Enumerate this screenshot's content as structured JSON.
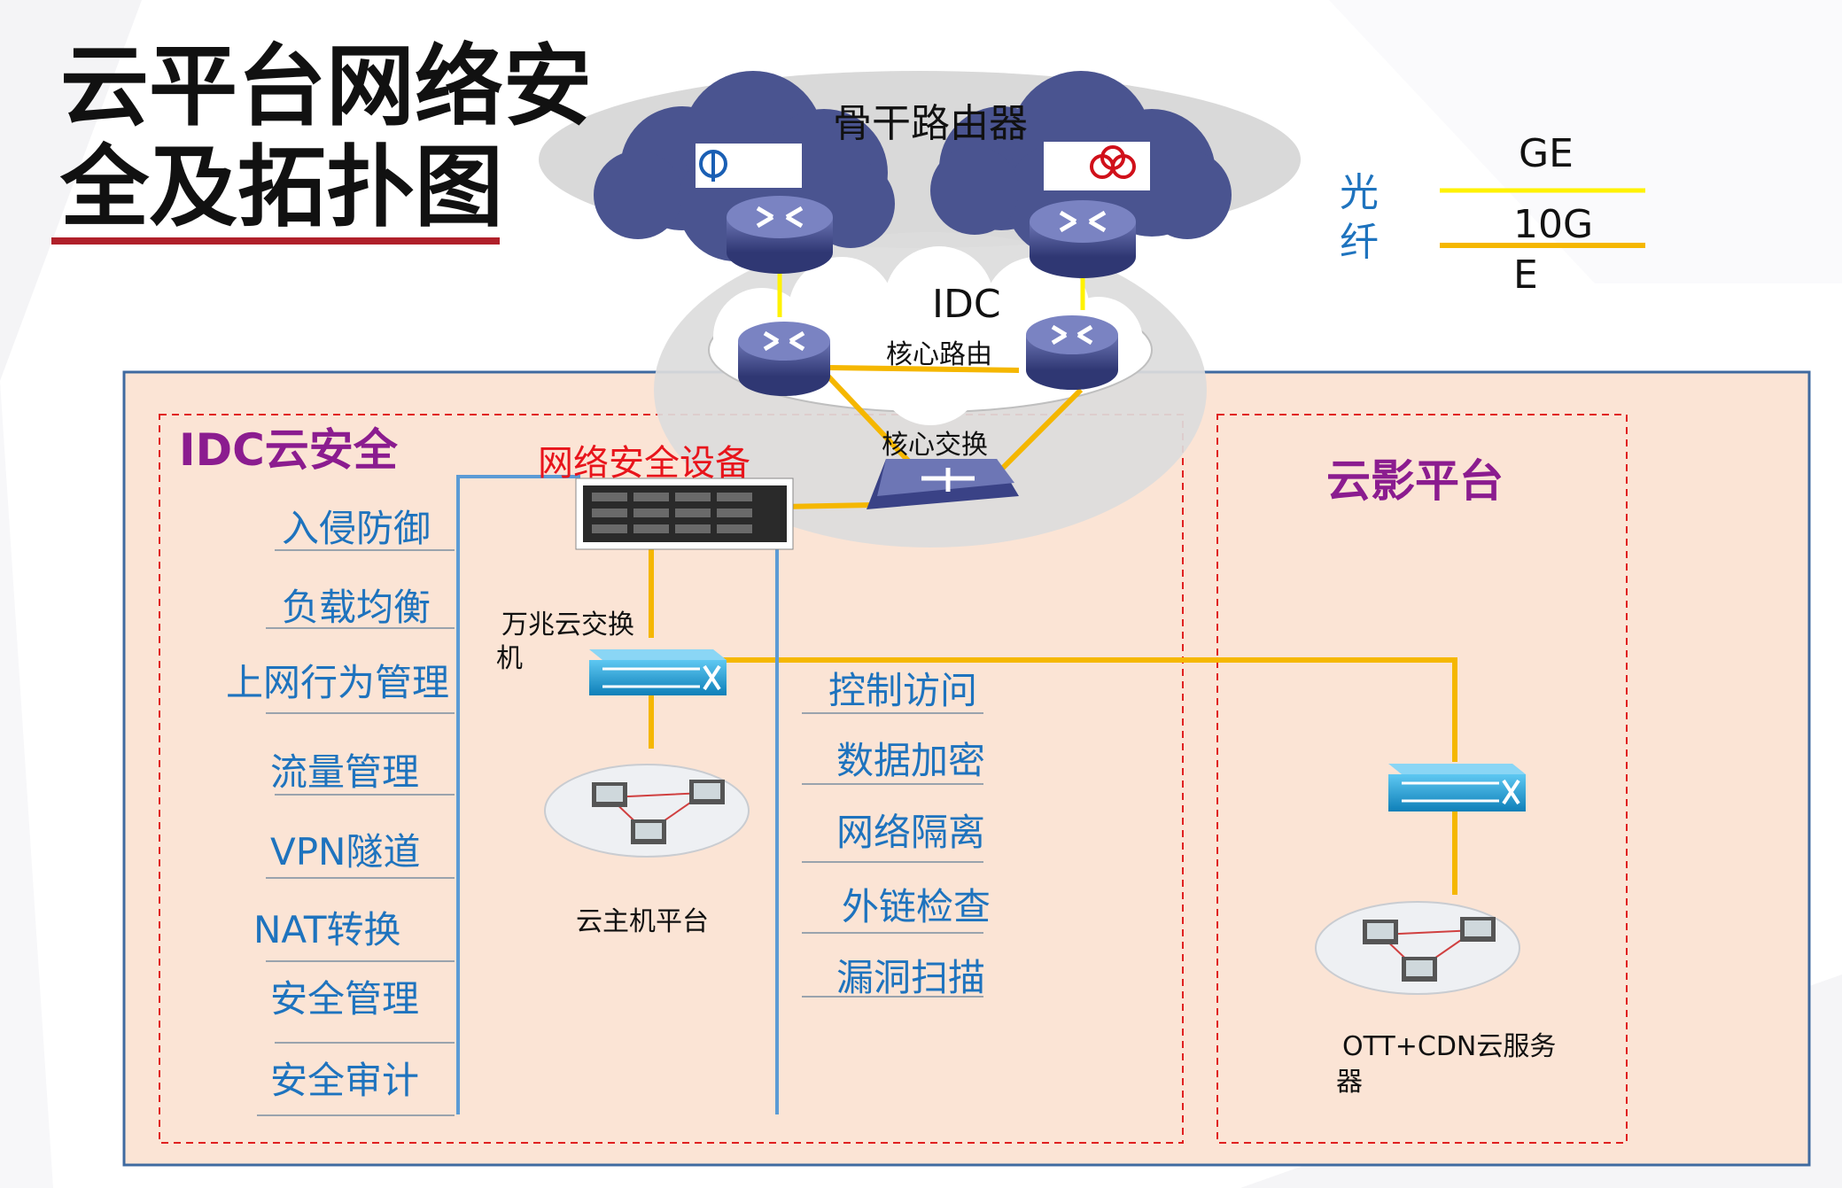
{
  "title": {
    "line1": "云平台网络安",
    "line2": "全及拓扑图"
  },
  "colors": {
    "ge_link": "#fff200",
    "fiber_10ge_link": "#f5b700",
    "blue_link": "#5b9bd5",
    "panel_fill": "#fbe4d5",
    "panel_border": "#3f6aa0",
    "zone_border": "#e02020",
    "title_underline": "#b0202a",
    "device_blue": "#4a5490",
    "switch_cyan": "#1a9fd8",
    "purple_label": "#8b1c8f",
    "blue_label": "#1e73be"
  },
  "legend": {
    "fiber_label": "光纤",
    "ge_label": "GE",
    "tenge_label_line1": "10G",
    "tenge_label_line2": "E"
  },
  "backbone": {
    "label": "骨干路由器",
    "carriers": [
      {
        "name": "中国电信",
        "logo_icon": "china-telecom-logo"
      },
      {
        "name": "China unicom 中国联通",
        "logo_icon": "china-unicom-logo"
      }
    ]
  },
  "idc": {
    "label": "IDC",
    "core_router_label": "核心路由",
    "core_switch_label": "核心交换"
  },
  "security_zone": {
    "title": "IDC云安全",
    "device_label": "网络安全设备",
    "features_left": [
      "入侵防御",
      "负载均衡",
      "上网行为管理",
      "流量管理",
      "VPN隧道",
      "NAT转换",
      "安全管理",
      "安全审计"
    ],
    "features_right": [
      "控制访问",
      "数据加密",
      "网络隔离",
      "外链检查",
      "漏洞扫描"
    ],
    "switch_label_line1": "万兆云交换",
    "switch_label_line2": "机",
    "host_platform_label": "云主机平台"
  },
  "cloud_video": {
    "title": "云影平台",
    "server_label_line1": "OTT+CDN云服务",
    "server_label_line2": "器"
  }
}
